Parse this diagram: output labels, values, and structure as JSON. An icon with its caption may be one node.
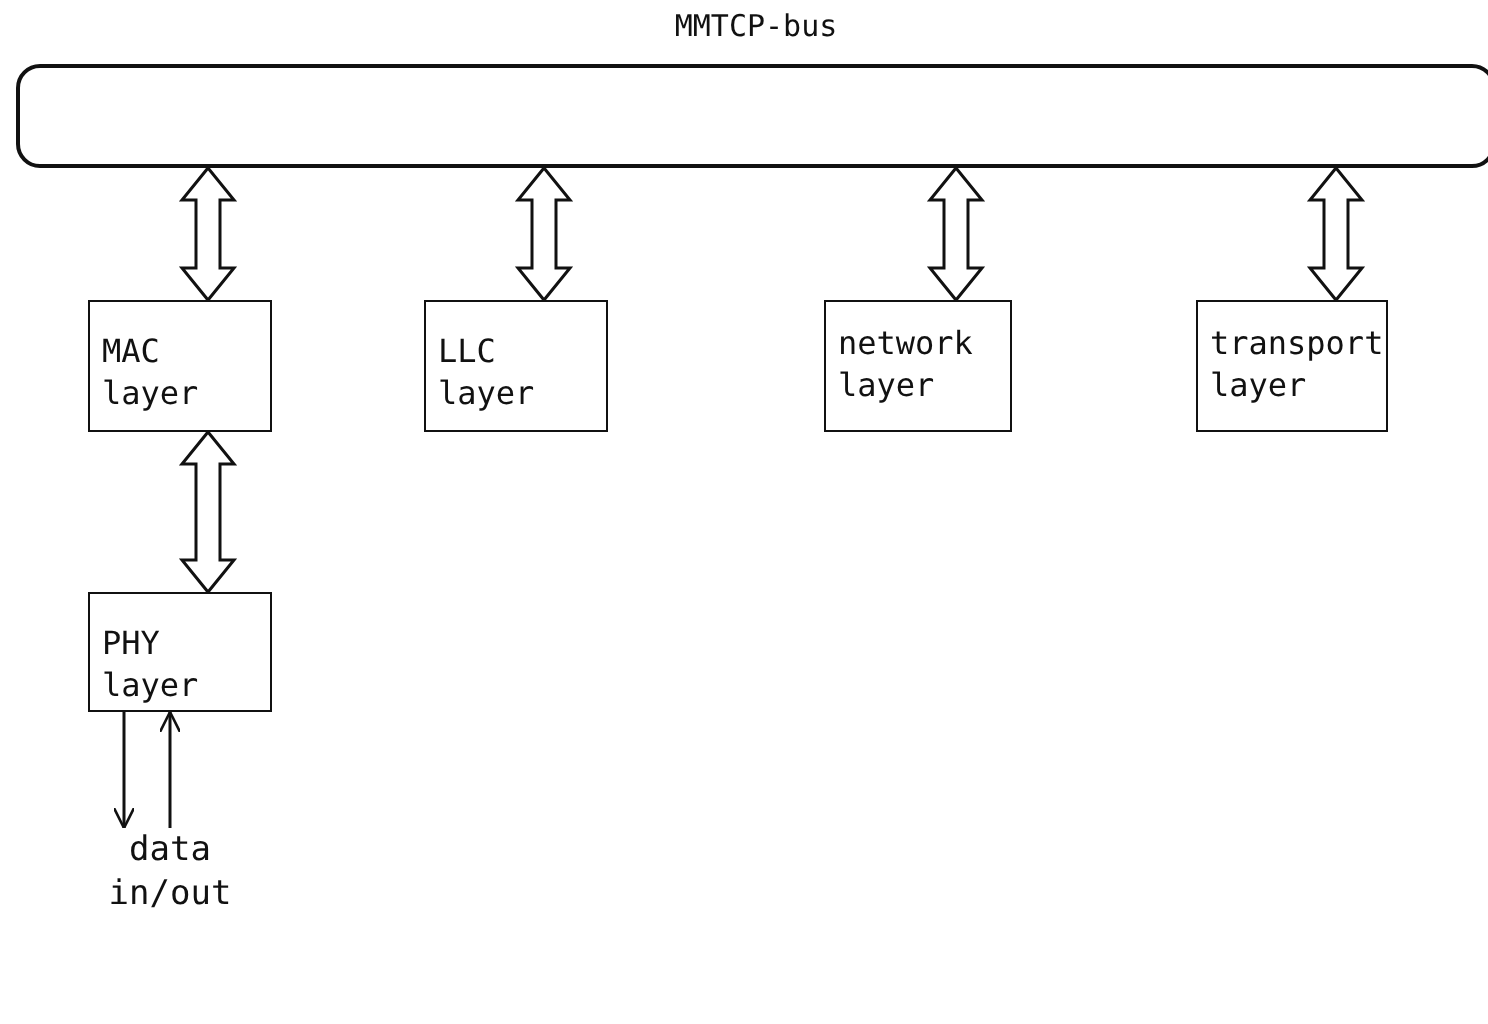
{
  "diagram": {
    "nodes": [
      {
        "text": [
          "MMTCP-bus"
        ]
      },
      {
        "text": [
          "MAC layer"
        ]
      },
      {
        "text": [
          "LLC layer"
        ]
      },
      {
        "text": [
          "network layer"
        ]
      },
      {
        "text": [
          "transport layer"
        ]
      },
      {
        "text": [
          "PHY layer"
        ]
      },
      {
        "text": [
          "data in/out"
        ]
      }
    ],
    "edges": [
      {
        "from": 0,
        "to": 1,
        "arrow": "both",
        "style": "thick"
      },
      {
        "from": 0,
        "to": 2,
        "arrow": "both",
        "style": "thick"
      },
      {
        "from": 0,
        "to": 3,
        "arrow": "both",
        "style": "thick"
      },
      {
        "from": 0,
        "to": 4,
        "arrow": "both",
        "style": "thick"
      },
      {
        "from": 1,
        "to": 5,
        "arrow": "both",
        "style": "thick"
      },
      {
        "from": 5,
        "to": 6,
        "arrow": "to"
      },
      {
        "from": 6,
        "to": 5,
        "arrow": "to"
      }
    ]
  }
}
